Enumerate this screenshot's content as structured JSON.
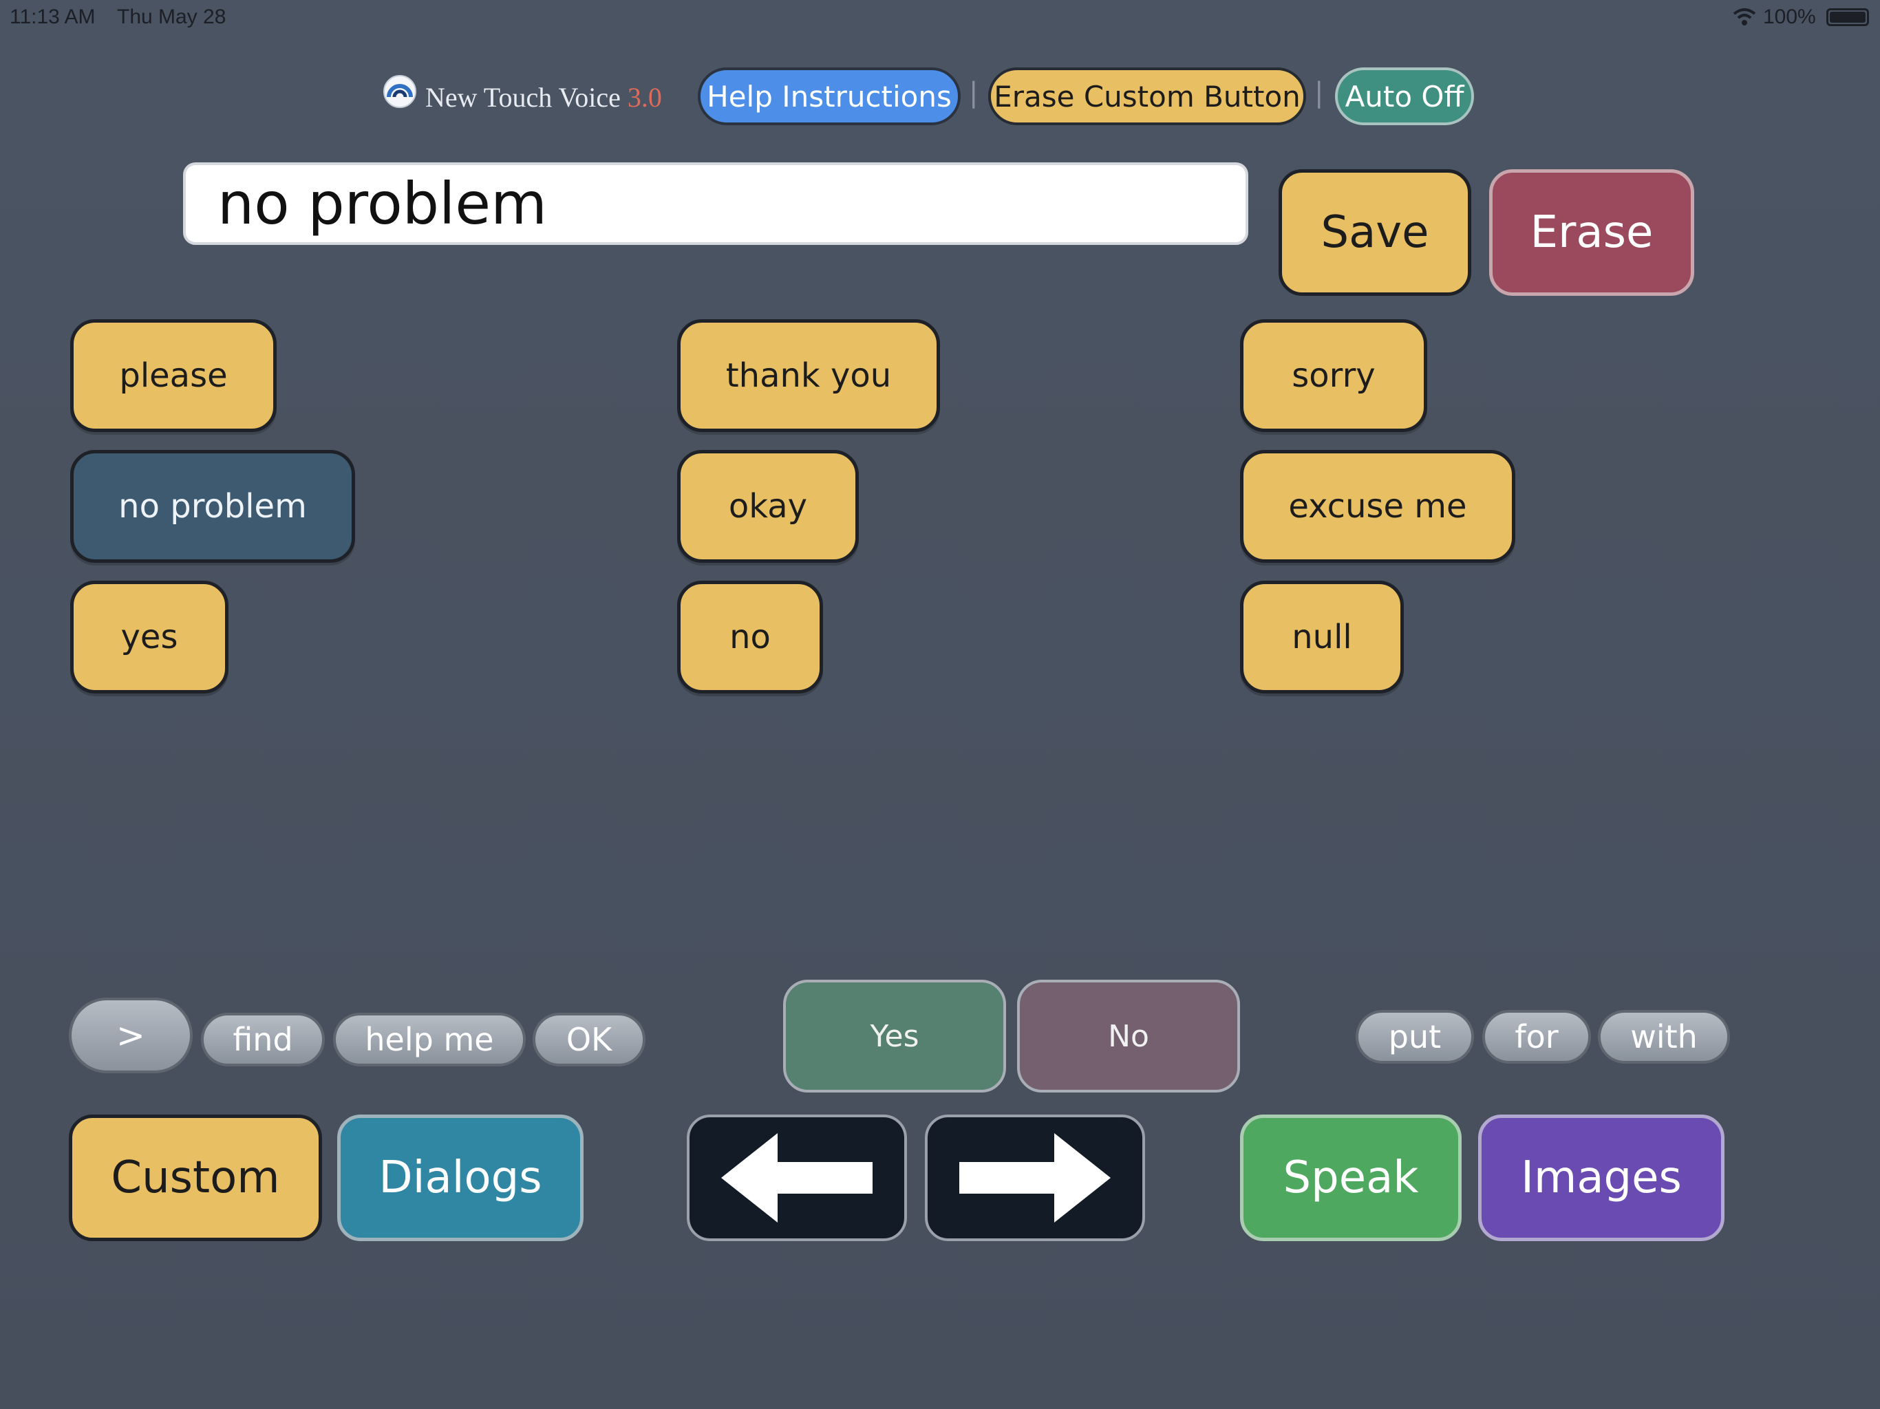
{
  "status_bar": {
    "time": "11:13 AM",
    "date": "Thu May 28",
    "battery": "100%"
  },
  "header": {
    "brand_name": "New Touch Voice",
    "brand_version": "3.0",
    "help_button": "Help Instructions",
    "erase_custom_button": "Erase Custom Button",
    "auto_button": "Auto Off",
    "separator": "|"
  },
  "input": {
    "value": "no problem"
  },
  "actions": {
    "save": "Save",
    "erase": "Erase"
  },
  "phrases": {
    "col1": [
      "please",
      "no problem",
      "yes"
    ],
    "col2": [
      "thank you",
      "okay",
      "no"
    ],
    "col3": [
      "sorry",
      "excuse me",
      "null"
    ],
    "selected": "no problem"
  },
  "quick_bar_left": {
    "more": ">",
    "items": [
      "find",
      "help me",
      "OK"
    ]
  },
  "yes_no": {
    "yes": "Yes",
    "no": "No"
  },
  "quick_bar_right": [
    "put",
    "for",
    "with"
  ],
  "bottom": {
    "custom": "Custom",
    "dialogs": "Dialogs",
    "speak": "Speak",
    "images": "Images"
  },
  "colors": {
    "background": "#4a5261",
    "phrase_yellow": "#e8bf63",
    "selected_phrase": "#3d5a70",
    "help_blue": "#4d8fe8",
    "auto_green": "#3f9080",
    "erase_red": "#9a4a5c",
    "yes_green": "#56806f",
    "no_mauve": "#75606f",
    "dialogs_teal": "#2f87a3",
    "speak_green": "#4fa85f",
    "images_purple": "#6a4bb1"
  }
}
